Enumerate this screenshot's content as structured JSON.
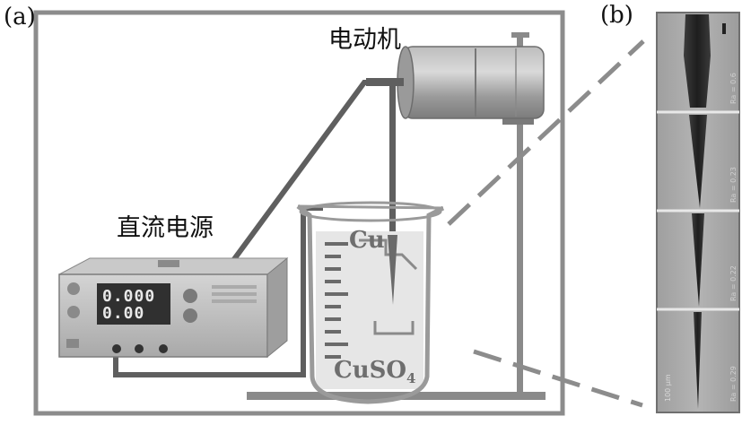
{
  "labels": {
    "panel_a": "(a)",
    "panel_b": "(b)",
    "motor": "电动机",
    "power_supply": "直流电源",
    "electrode": "Cu",
    "electrolyte": "CuSO",
    "electrolyte_subscript": "4"
  },
  "power_supply_display": {
    "top_readout": "0.000",
    "bottom_readout": "0.00"
  },
  "micrograph_panels": [
    {
      "ra_text": "Ra = 0.6"
    },
    {
      "ra_text": "Ra = 0.23"
    },
    {
      "ra_text": "Ra = 0.22"
    },
    {
      "ra_text": "Ra = 0.29"
    }
  ],
  "scale_bar": "100 μm",
  "colors": {
    "frame": "#8c8c8c",
    "wire": "#5f5f5f",
    "stand": "#8a8a8a",
    "panel_bg": "#a8a8a8",
    "needle": "#2a2a2a"
  }
}
